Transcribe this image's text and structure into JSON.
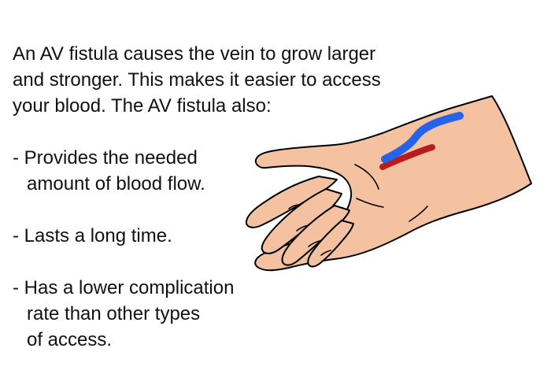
{
  "intro": {
    "lines": [
      "An AV fistula causes the vein to grow larger",
      "and stronger. This makes it easier to access",
      "your blood. The AV fistula also:"
    ]
  },
  "bullets": [
    {
      "lines": [
        "- Provides the needed",
        "amount of blood flow."
      ]
    },
    {
      "lines": [
        "- Lasts a long time."
      ]
    },
    {
      "lines": [
        "- Has a lower complication",
        "rate than other types",
        "of access."
      ]
    }
  ],
  "illustration": {
    "icon": "arm-hand-with-fistula-illustration",
    "skin_color": "#f4c2a0",
    "outline_color": "#000000",
    "vein_color": "#2563eb",
    "artery_color": "#b91c1c"
  }
}
